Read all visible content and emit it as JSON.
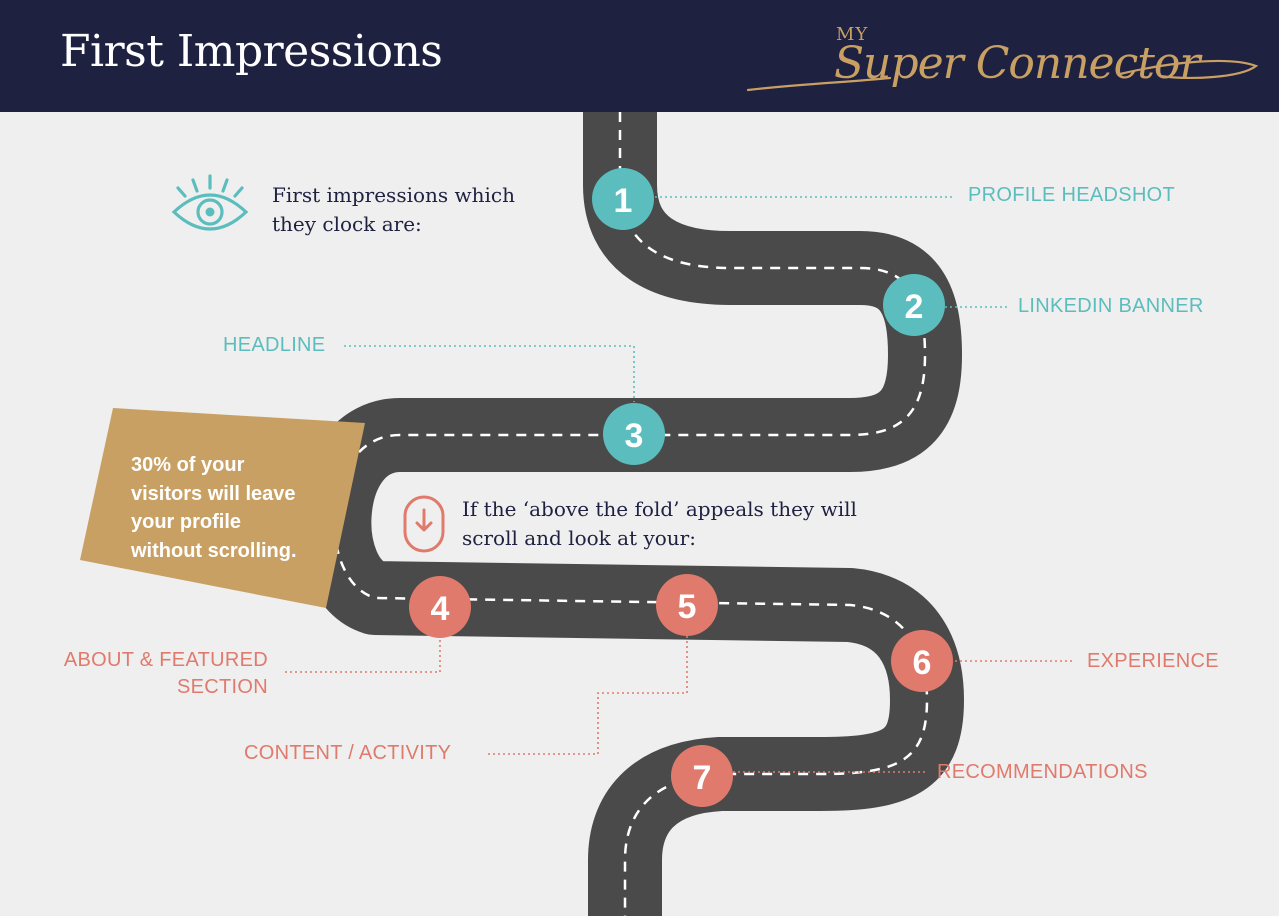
{
  "header": {
    "title": "First Impressions",
    "logo_small": "MY",
    "logo_name": "Super Connector"
  },
  "colors": {
    "header_bg": "#1e2140",
    "road": "#4a4a4a",
    "teal": "#5bbdbd",
    "coral": "#e07a6c",
    "gold": "#c9a063"
  },
  "intro_top": {
    "icon": "eye-icon",
    "line1": "First impressions which",
    "line2": "they clock are:"
  },
  "intro_mid": {
    "icon": "scroll-down-icon",
    "line1": "If the ‘above the fold’ appeals they will",
    "line2": "scroll and look at your:"
  },
  "note": {
    "line1": "30% of your",
    "line2": "visitors will leave",
    "line3": "your profile",
    "line4": "without scrolling."
  },
  "steps": [
    {
      "number": "1",
      "label": "PROFILE HEADSHOT",
      "color": "teal"
    },
    {
      "number": "2",
      "label": "LINKEDIN BANNER",
      "color": "teal"
    },
    {
      "number": "3",
      "label": "HEADLINE",
      "color": "teal"
    },
    {
      "number": "4",
      "label_line1": "ABOUT & FEATURED",
      "label_line2": "SECTION",
      "color": "coral"
    },
    {
      "number": "5",
      "label": "CONTENT / ACTIVITY",
      "color": "coral"
    },
    {
      "number": "6",
      "label": "EXPERIENCE",
      "color": "coral"
    },
    {
      "number": "7",
      "label": "RECOMMENDATIONS",
      "color": "coral"
    }
  ]
}
